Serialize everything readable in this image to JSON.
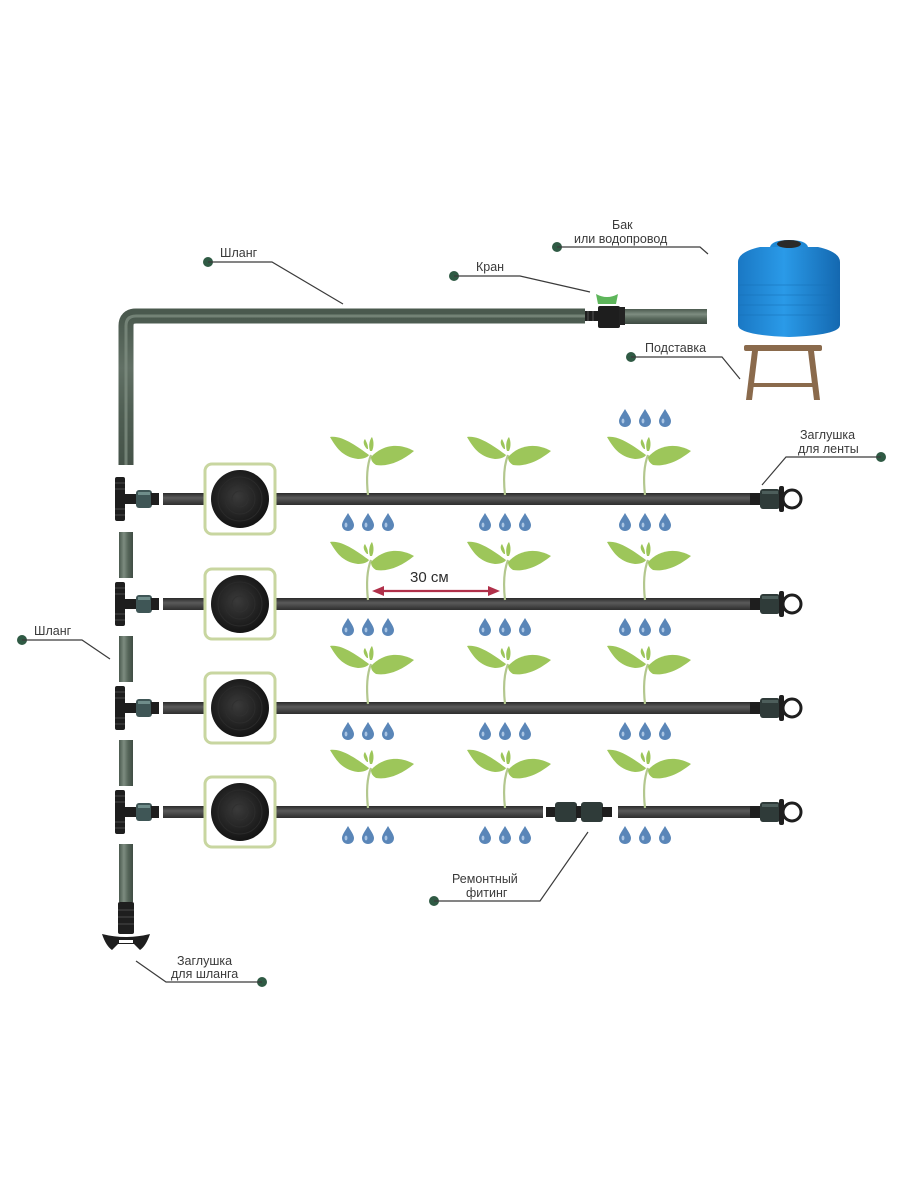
{
  "title": "Схема капельного полива",
  "colors": {
    "hose": "#56665a",
    "hose_highlight": "#7d8c80",
    "tape": "#3a3a3a",
    "tape_highlight": "#5a5a5a",
    "leaf": "#9dc65a",
    "stem": "#b3c78e",
    "drop": "#5a86b8",
    "tank": "#1e88d4",
    "stand": "#8a6a4c",
    "valve_handle": "#5db55a",
    "spacing_arrow": "#b0304a",
    "coil_frame": "#c8d6a0",
    "dot": "#2f5a44"
  },
  "labels": {
    "hose_top": "Шланг",
    "valve": "Кран",
    "tank_line1": "Бак",
    "tank_line2": "или водопровод",
    "stand": "Подставка",
    "tape_plug_line1": "Заглушка",
    "tape_plug_line2": "для ленты",
    "hose_left": "Шланг",
    "repair_line1": "Ремонтный",
    "repair_line2": "фитинг",
    "hose_plug_line1": "Заглушка",
    "hose_plug_line2": "для шланга",
    "spacing": "30 см"
  },
  "rows": [
    {
      "id": "row-1",
      "drops_above": [
        false,
        false,
        true
      ],
      "drops_below": [
        true,
        true,
        true
      ],
      "repair_fitting": false
    },
    {
      "id": "row-2",
      "drops_above": [
        true,
        true,
        true
      ],
      "drops_below": [
        true,
        true,
        true
      ],
      "repair_fitting": false
    },
    {
      "id": "row-3",
      "drops_above": [
        true,
        true,
        true
      ],
      "drops_below": [
        true,
        true,
        true
      ],
      "repair_fitting": false
    },
    {
      "id": "row-4",
      "drops_above": [
        true,
        true,
        true
      ],
      "drops_below": [
        true,
        true,
        true
      ],
      "repair_fitting": true
    }
  ],
  "plants_per_row": 3,
  "drops_per_group": 3
}
